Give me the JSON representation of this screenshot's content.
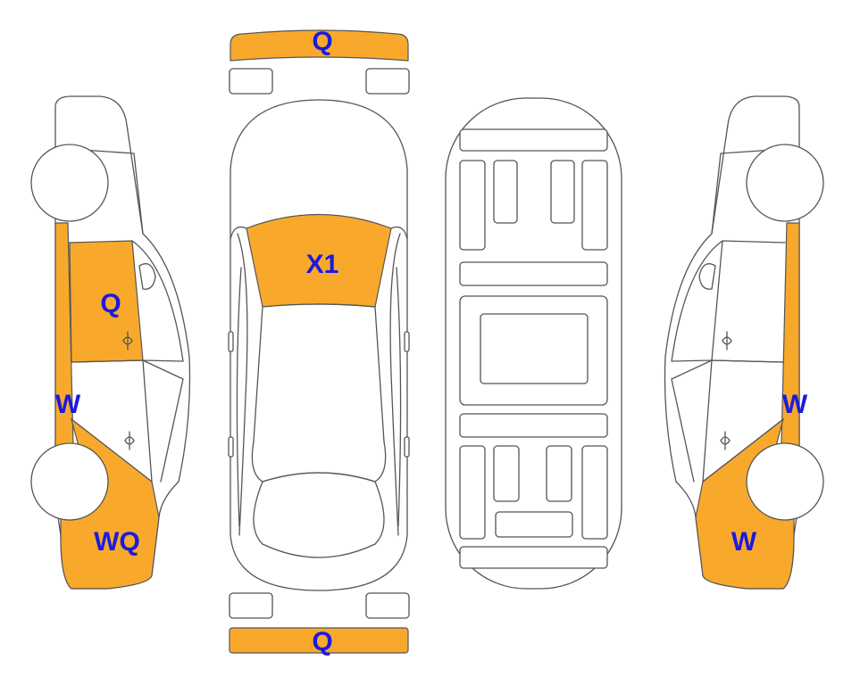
{
  "colors": {
    "damage_fill": "#F8A92C",
    "label_text": "#1A1AE0",
    "outline": "#555555",
    "background": "#FFFFFF"
  },
  "labels": {
    "front_bumper": "Q",
    "hood": "X1",
    "rear_bumper": "Q",
    "left_rocker": "W",
    "left_front_door": "Q",
    "left_front_fender": "WQ",
    "right_rocker": "W",
    "right_front_fender": "W"
  }
}
